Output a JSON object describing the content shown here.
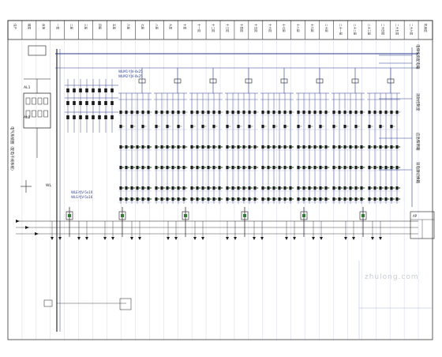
{
  "drawing": {
    "header_cells": [
      "住户",
      "楼层",
      "负荷",
      "一层",
      "二层",
      "三层",
      "四层",
      "五层",
      "六层",
      "七层",
      "八层",
      "九层",
      "十层",
      "十一层",
      "十二层",
      "十三层",
      "十四层",
      "十五层",
      "十六层",
      "十七层",
      "十八层",
      "十九层",
      "二十层",
      "二十一层",
      "二十二层",
      "二十三层",
      "二十四层",
      "二十五层",
      "二十六层",
      "机房层"
    ],
    "left_caption": "电气系统图（配电干线系统）",
    "left_labels": [
      "AL1",
      "AL2",
      "WL"
    ],
    "bus_labels": [
      "WLM1-YJV-4x25",
      "WLM2-YJV-4x25",
      "WLE-YJV-5x10",
      "WLS-YJV-5x16"
    ],
    "right_labels": [
      "电梯机房配电箱",
      "消防控制室",
      "应急照明箱",
      "双电源切换箱"
    ],
    "distribution_box_label": "AP",
    "watermark": "zhulong.com"
  },
  "colors": {
    "line": "#2b3a8a",
    "dark": "#1a1a1a",
    "accent_green": "#2e7d32",
    "grid": "#6b78b8"
  }
}
